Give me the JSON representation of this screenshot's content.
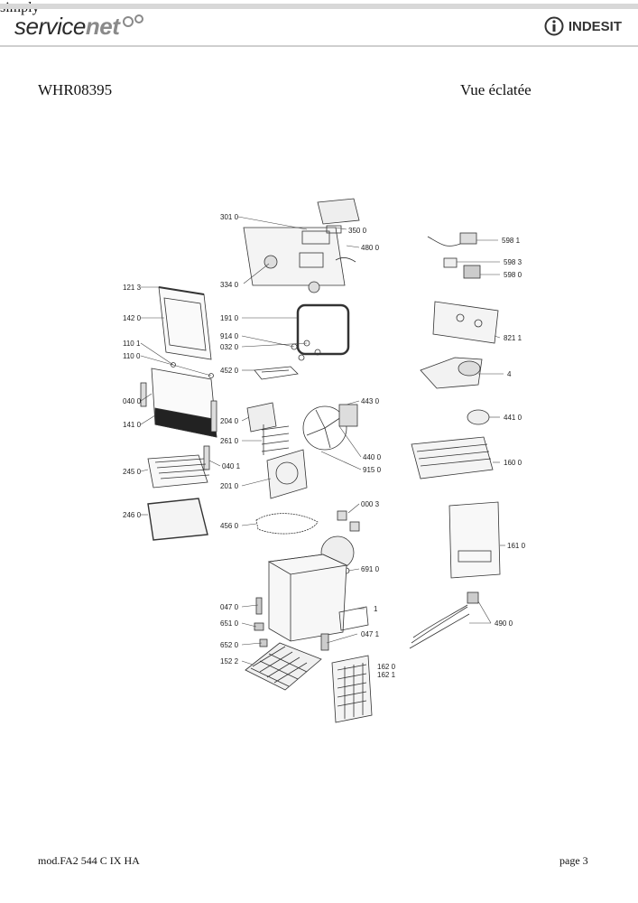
{
  "header": {
    "brand_left_a": "service",
    "brand_left_b": "net",
    "brand_right": "INDESIT",
    "brand_right_tag": "simply"
  },
  "title": {
    "model": "WHR08395",
    "view": "Vue éclatée"
  },
  "footer": {
    "model_code": "mod.FA2 544 C IX HA",
    "page": "page 3"
  },
  "parts": {
    "p3010": "301 0",
    "p3500": "350 0",
    "p4800": "480 0",
    "p3340": "334 0",
    "p1213": "121 3",
    "p1420": "142 0",
    "p1910": "191 0",
    "p9140": "914 0",
    "p0320": "032 0",
    "p1101": "110 1",
    "p1100": "110 0",
    "p4520": "452 0",
    "p0400": "040 0",
    "p1410": "141 0",
    "p2040": "204 0",
    "p4430": "443 0",
    "p2610": "261 0",
    "p4400": "440 0",
    "p2450": "245 0",
    "p0401": "040 1",
    "p9150": "915 0",
    "p2010": "201 0",
    "p0003": "000 3",
    "p2460": "246 0",
    "p4560": "456 0",
    "p6910": "691 0",
    "p0470": "047 0",
    "p1": "1",
    "p6510": "651 0",
    "p0471": "047 1",
    "p6520": "652 0",
    "p1522": "152 2",
    "p1620": "162 0",
    "p1621": "162 1",
    "p5981": "598 1",
    "p5983": "598 3",
    "p5980": "598 0",
    "p8211": "821 1",
    "p4": "4",
    "p4410": "441 0",
    "p1600": "160 0",
    "p1610": "161 0",
    "p4900": "490 0"
  }
}
